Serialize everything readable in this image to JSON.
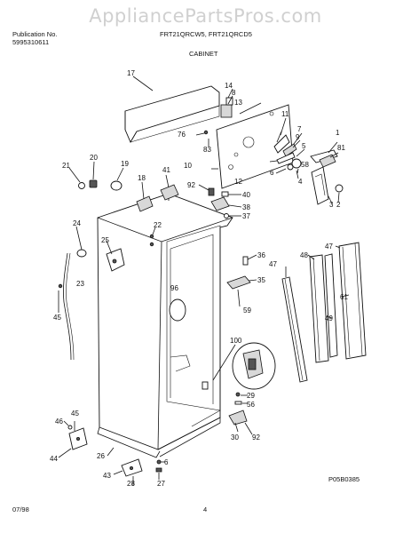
{
  "watermark": "AppliancePartsPros.com",
  "header": {
    "publication_label": "Publication No.",
    "publication_number": "5995310611",
    "models": "FRT21QRCW5, FRT21QRCD5",
    "section": "CABINET"
  },
  "footer": {
    "date": "07/98",
    "page": "4",
    "diagram_code": "P05B0385"
  },
  "callouts": [
    "17",
    "14",
    "8",
    "13",
    "76",
    "83",
    "11",
    "7",
    "9",
    "5",
    "1",
    "81",
    "10",
    "12",
    "6",
    "58",
    "4",
    "3",
    "2",
    "21",
    "20",
    "19",
    "41",
    "18",
    "92",
    "40",
    "38",
    "37",
    "22",
    "24",
    "25",
    "23",
    "45",
    "96",
    "36",
    "35",
    "59",
    "47",
    "48",
    "47",
    "49",
    "61",
    "100",
    "29",
    "56",
    "46",
    "45",
    "44",
    "26",
    "43",
    "28",
    "27",
    "6",
    "30",
    "92"
  ]
}
